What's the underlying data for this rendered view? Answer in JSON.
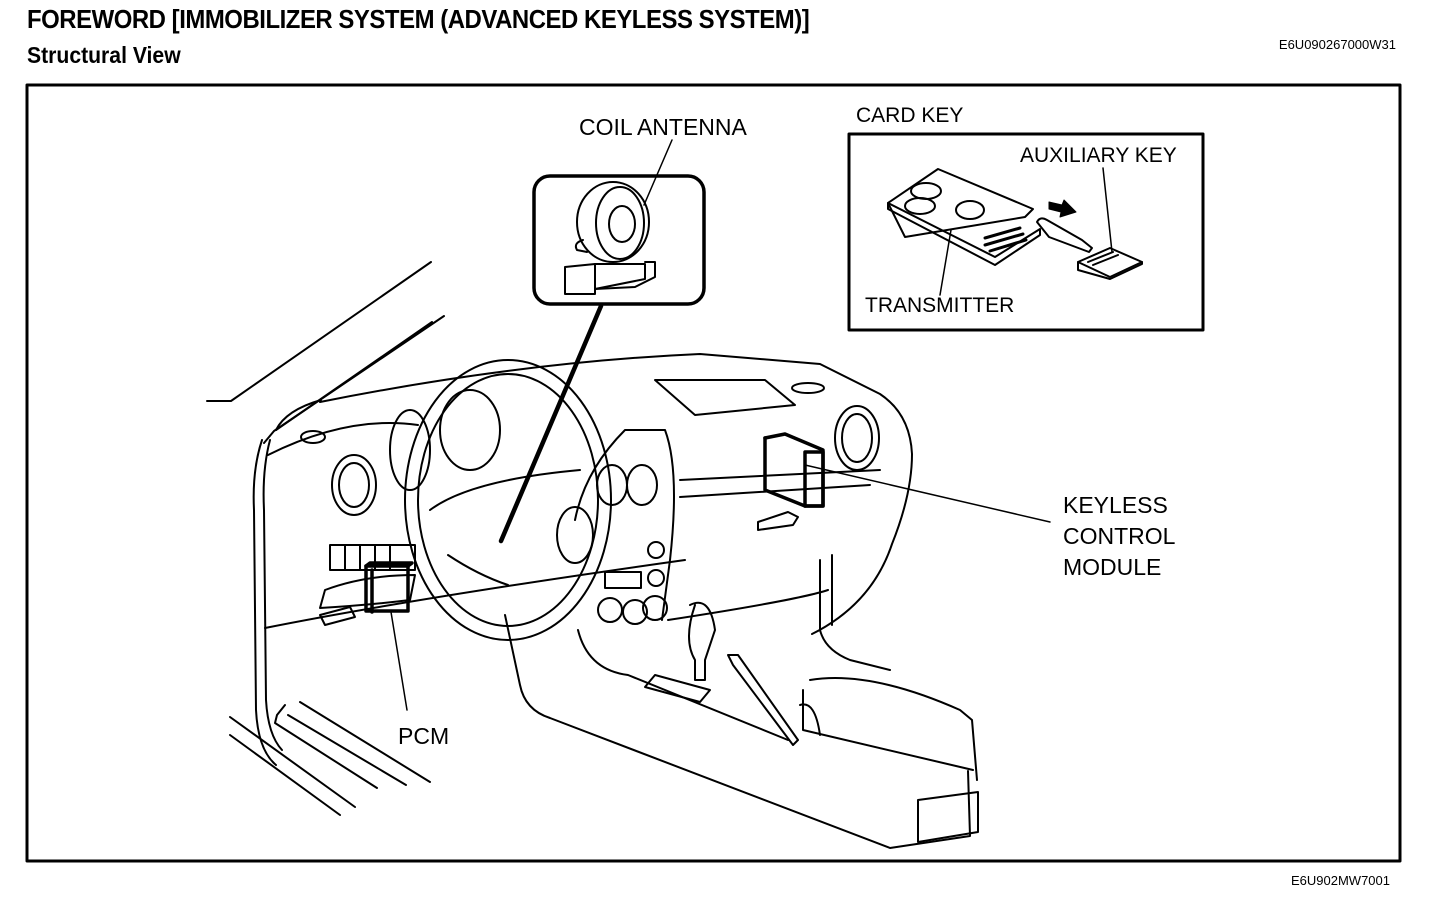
{
  "header": {
    "title": "FOREWORD [IMMOBILIZER SYSTEM (ADVANCED KEYLESS SYSTEM)]",
    "subtitle": "Structural View",
    "document_code": "E6U090267000W31"
  },
  "figure": {
    "figure_code": "E6U902MW7001",
    "labels": {
      "coil_antenna": "COIL ANTENNA",
      "card_key": "CARD KEY",
      "auxiliary_key": "AUXILIARY KEY",
      "transmitter": "TRANSMITTER",
      "keyless_control_module_line1": "KEYLESS",
      "keyless_control_module_line2": "CONTROL",
      "keyless_control_module_line3": "MODULE",
      "pcm": "PCM"
    },
    "line_color": "#000000",
    "background_color": "#ffffff"
  }
}
